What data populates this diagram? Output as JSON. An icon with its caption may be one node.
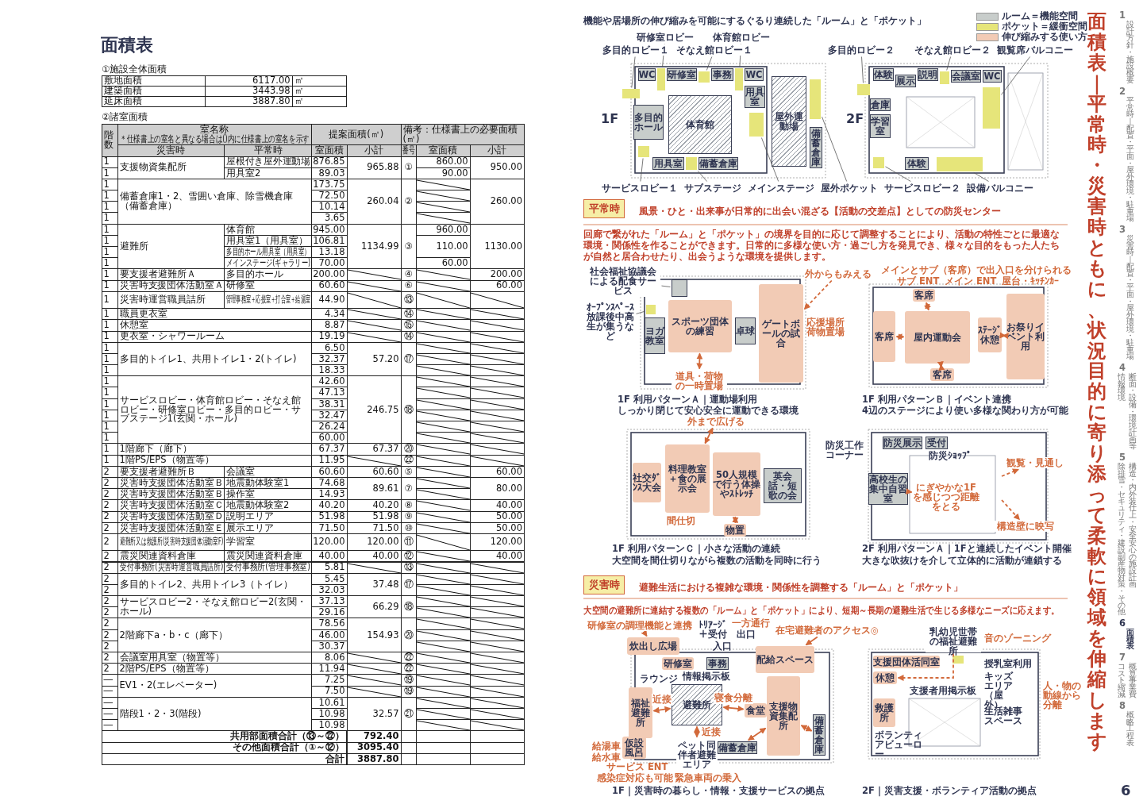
{
  "diagram": {
    "title": "面積表",
    "nodes": [
      {
        "text": [
          "研修室ロビー"
        ]
      },
      {
        "text": [
          "体育館ロビー"
        ]
      },
      {
        "text": [
          "多目的ロビー１"
        ]
      },
      {
        "text": [
          "そなえ館ロビー１"
        ]
      },
      {
        "text": [
          "WC"
        ]
      },
      {
        "text": [
          "研修室"
        ]
      },
      {
        "text": [
          "事務"
        ]
      },
      {
        "text": [
          "WC"
        ]
      },
      {
        "text": [
          "用具室"
        ]
      },
      {
        "text": [
          "多目的ホール"
        ]
      },
      {
        "text": [
          "体育館"
        ]
      },
      {
        "text": [
          "屋外運動場"
        ]
      },
      {
        "text": [
          "用具室"
        ]
      },
      {
        "text": [
          "備蓄倉庫"
        ]
      },
      {
        "text": [
          "備蓄倉庫"
        ]
      },
      {
        "text": [
          "サービスロビー１"
        ]
      },
      {
        "text": [
          "サブステージ"
        ]
      },
      {
        "text": [
          "メインステージ"
        ]
      },
      {
        "text": [
          "屋外ポケット"
        ]
      },
      {
        "text": [
          "多目的ロビー２"
        ]
      },
      {
        "text": [
          "そなえ館ロビー２"
        ]
      },
      {
        "text": [
          "観覧席バルコニー"
        ]
      },
      {
        "text": [
          "体験"
        ]
      },
      {
        "text": [
          "展示"
        ]
      },
      {
        "text": [
          "説明"
        ]
      },
      {
        "text": [
          "会議室"
        ]
      },
      {
        "text": [
          "WC"
        ]
      },
      {
        "text": [
          "倉庫"
        ]
      },
      {
        "text": [
          "学習室"
        ]
      },
      {
        "text": [
          "体験"
        ]
      },
      {
        "text": [
          "サービスロビー２"
        ]
      },
      {
        "text": [
          "設備バルコニー"
        ]
      },
      {
        "text": [
          "平常時"
        ]
      },
      {
        "text": [
          "社会福祉協議会による配食サービス"
        ]
      },
      {
        "text": [
          "ｵｰﾌﾟﾝｽﾍﾟｰｽ放課後中高生が集うなど"
        ]
      },
      {
        "text": [
          "ヨガ教室"
        ]
      },
      {
        "text": [
          "スポーツ団体の練習"
        ]
      },
      {
        "text": [
          "卓球"
        ]
      },
      {
        "text": [
          "ゲートボールの試合"
        ]
      },
      {
        "text": [
          "外からもみえる"
        ]
      },
      {
        "text": [
          "道具・荷物の一時置場"
        ]
      },
      {
        "text": [
          "客席"
        ]
      },
      {
        "text": [
          "客席"
        ]
      },
      {
        "text": [
          "屋内運動会"
        ]
      },
      {
        "text": [
          "ｽﾃｰｼﾞ休憩"
        ]
      },
      {
        "text": [
          "お祭りイベント利用"
        ]
      },
      {
        "text": [
          "客席"
        ]
      },
      {
        "text": [
          "外まで広げる"
        ]
      },
      {
        "text": [
          "社交ﾀﾞﾝｽ大会"
        ]
      },
      {
        "text": [
          "料理教室＋食の展示会"
        ]
      },
      {
        "text": [
          "50人規模で行う体操やｽﾄﾚｯﾁ"
        ]
      },
      {
        "text": [
          "英会話・短歌の会"
        ]
      },
      {
        "text": [
          "物置"
        ]
      },
      {
        "text": [
          "防災展示"
        ]
      },
      {
        "text": [
          "受付"
        ]
      },
      {
        "text": [
          "高校生の集中自習室"
        ]
      },
      {
        "text": [
          "にぎやかな1Fを感じつつ距離をとる"
        ]
      },
      {
        "text": [
          "観覧・見通し"
        ]
      },
      {
        "text": [
          "構造壁に映写"
        ]
      },
      {
        "text": [
          "災害時"
        ]
      },
      {
        "text": [
          "研修室の調理機能と連携"
        ]
      },
      {
        "text": [
          "炊出し広場"
        ]
      },
      {
        "text": [
          "在宅避難者のアクセス◎"
        ]
      },
      {
        "text": [
          "配給スペース"
        ]
      },
      {
        "text": [
          "研修室"
        ]
      },
      {
        "text": [
          "事務"
        ]
      },
      {
        "text": [
          "福祉避難所"
        ]
      },
      {
        "text": [
          "避難所"
        ]
      },
      {
        "text": [
          "食堂"
        ]
      },
      {
        "text": [
          "支援物資集配所"
        ]
      },
      {
        "text": [
          "仮設風呂"
        ]
      },
      {
        "text": [
          "ペット同伴者避難エリア"
        ]
      },
      {
        "text": [
          "備蓄倉庫"
        ]
      },
      {
        "text": [
          "備蓄倉庫"
        ]
      },
      {
        "text": [
          "乳幼児世帯の福祉避難所"
        ]
      },
      {
        "text": [
          "支援団体活同室"
        ]
      },
      {
        "text": [
          "休憩"
        ]
      },
      {
        "text": [
          "救護所"
        ]
      },
      {
        "text": [],
        "shape": "box"
      },
      {
        "text": [],
        "shape": "box"
      },
      {
        "text": [],
        "shape": "box"
      },
      {
        "text": [],
        "shape": "box"
      },
      {
        "text": [],
        "shape": "box"
      },
      {
        "text": [],
        "shape": "box"
      },
      {
        "text": [],
        "shape": "box"
      },
      {
        "text": [],
        "shape": "box"
      },
      {
        "text": [],
        "shape": "box"
      },
      {
        "text": [],
        "shape": "box"
      },
      {
        "text": [],
        "shape": "box"
      },
      {
        "text": [],
        "shape": "box"
      },
      {
        "text": [],
        "shape": "box"
      },
      {
        "text": [],
        "shape": "box"
      },
      {
        "text": [],
        "shape": "box"
      }
    ],
    "edges": [
      {
        "from": 0,
        "to": 78,
        "arrow": "none",
        "color": "#555555"
      },
      {
        "from": 1,
        "to": 79,
        "arrow": "none",
        "color": "#555555"
      },
      {
        "from": 2,
        "to": 80,
        "arrow": "none",
        "color": "#555555"
      },
      {
        "from": 3,
        "to": 81,
        "arrow": "none",
        "color": "#555555"
      },
      {
        "from": 15,
        "to": 82,
        "arrow": "none",
        "color": "#555555"
      },
      {
        "from": 16,
        "to": 83,
        "arrow": "none",
        "color": "#555555"
      },
      {
        "from": 17,
        "to": 84,
        "arrow": "none",
        "color": "#555555"
      },
      {
        "from": 18,
        "to": 85,
        "arrow": "none",
        "color": "#555555"
      },
      {
        "from": 19,
        "to": 86,
        "arrow": "none",
        "color": "#555555"
      },
      {
        "from": 20,
        "to": 87,
        "arrow": "none",
        "color": "#555555"
      },
      {
        "from": 21,
        "to": 88,
        "arrow": "none",
        "color": "#555555"
      },
      {
        "from": 30,
        "to": 89,
        "arrow": "none",
        "color": "#555555"
      },
      {
        "from": 31,
        "to": 90,
        "arrow": "none",
        "color": "#555555"
      },
      {
        "from": 33,
        "to": 91,
        "arrow": "none",
        "color": "#555555"
      },
      {
        "from": 34,
        "to": 92,
        "arrow": "none",
        "color": "#555555"
      },
      {
        "from": 39,
        "to": 38,
        "arrow": "to",
        "style": "dashed"
      },
      {
        "from": 36,
        "to": 40,
        "arrow": "both"
      },
      {
        "from": 41,
        "to": 43,
        "arrow": "both"
      },
      {
        "from": 42,
        "to": 43,
        "arrow": "both"
      },
      {
        "from": 46,
        "to": 43,
        "arrow": "both"
      },
      {
        "from": 44,
        "to": 45,
        "arrow": "both"
      },
      {
        "from": 47,
        "to": 49,
        "arrow": "both"
      },
      {
        "from": 50,
        "to": 52,
        "arrow": "both"
      },
      {
        "from": 55,
        "to": 56,
        "arrow": "to",
        "style": "dashed"
      },
      {
        "from": null,
        "to": 57,
        "arrow": "to",
        "style": "dashed"
      },
      {
        "from": null,
        "to": 58,
        "arrow": "to",
        "style": "dashed"
      },
      {
        "from": 60,
        "to": 61,
        "arrow": "to"
      },
      {
        "from": 62,
        "to": 63,
        "arrow": "to"
      },
      {
        "from": 66,
        "to": 67,
        "arrow": "both",
        "label": "近接"
      },
      {
        "from": 67,
        "to": 68,
        "arrow": "both",
        "label": "寝食分離"
      },
      {
        "from": 67,
        "to": 71,
        "arrow": "both",
        "label": "近接"
      },
      {
        "from": 72,
        "to": 69,
        "arrow": "both"
      },
      {
        "from": 69,
        "to": 73,
        "arrow": "both"
      },
      {
        "from": 74,
        "to": 76,
        "arrow": "to",
        "style": "dashed"
      }
    ],
    "labels": [
      "①施設全体面積",
      "敷地面積",
      "6117.00",
      "㎡",
      "建築面積",
      "3443.98",
      "㎡",
      "延床面積",
      "3887.80",
      "㎡",
      "②諸室面積",
      "階数",
      "室名称",
      "＊仕様書上の室名と異なる場合は()内に仕様書上の室名を示す",
      "提案面積(㎡)",
      "備考：仕様書上の必要面積(㎡)",
      "災害時",
      "平常時",
      "室面積",
      "小計",
      "番号",
      "室面積",
      "小計",
      "1",
      "支援物資集配所",
      "屋根付き屋外運動場",
      "876.85",
      "965.88",
      "①",
      "860.00",
      "950.00",
      "1",
      "用具室2",
      "89.03",
      "90.00",
      "1",
      "備蓄倉庫1・2、雪囲い倉庫、除雪機倉庫（備蓄倉庫）",
      "173.75",
      "260.04",
      "②",
      "260.00",
      "1",
      "72.50",
      "1",
      "10.14",
      "1",
      "3.65",
      "1",
      "避難所",
      "体育館",
      "945.00",
      "1134.99",
      "③",
      "960.00",
      "1130.00",
      "1",
      "用具室1（用具室）",
      "106.81",
      "110.00",
      "1",
      "多目的ホール用具室（用具室）",
      "13.18",
      "1",
      "メインステージ(ギャラリー)",
      "70.00",
      "60.00",
      "1",
      "要支援者避難所Ａ",
      "多目的ホール",
      "200.00",
      "④",
      "200.00",
      "1",
      "災害時支援団体活動室Ａ",
      "研修室",
      "60.60",
      "⑥",
      "60.00",
      "1",
      "災害時運営職員詰所",
      "管理事務室＋応接室＋打合室＋給湯室",
      "44.90",
      "⑬",
      "1",
      "職員更衣室",
      "4.34",
      "⑭",
      "1",
      "休憩室",
      "8.87",
      "⑮",
      "1",
      "更衣室・シャワールーム",
      "19.19",
      "⑭",
      "1",
      "6.50",
      "1",
      "多目的トイレ1、共用トイレ1・2(トイレ)",
      "32.37",
      "57.20",
      "⑰",
      "1",
      "18.33",
      "1",
      "サービスロビー・体育館ロビー・そなえ館ロビー・研修室ロビー・多目的ロビー・サブステージ1(玄関・ホール)",
      "42.60",
      "246.75",
      "⑱",
      "1",
      "47.13",
      "1",
      "38.31",
      "1",
      "32.47",
      "1",
      "26.24",
      "1",
      "60.00",
      "1",
      "1階廊下（廊下）",
      "67.37",
      "67.37",
      "⑳",
      "1",
      "1階PS/EPS（物置等）",
      "11.95",
      "㉒",
      "2",
      "要支援者避難所Ｂ",
      "会議室",
      "60.60",
      "60.60",
      "⑤",
      "60.00",
      "2",
      "災害時支援団体活動室Ｂ",
      "地震動体験室1",
      "74.68",
      "89.61",
      "⑦",
      "80.00",
      "2",
      "災害時支援団体活動室Ｂ",
      "操作室",
      "14.93",
      "2",
      "災害時支援団体活動室Ｃ",
      "地震動体験室2",
      "40.20",
      "40.20",
      "⑧",
      "40.00",
      "2",
      "災害時支援団体活動室Ｄ",
      "説明エリア",
      "51.98",
      "51.98",
      "⑨",
      "50.00",
      "2",
      "災害時支援団体活動室Ｅ",
      "展示エリア",
      "71.50",
      "71.50",
      "⑩",
      "50.00",
      "2",
      "避難所又は救護所(災害時支援団体活動室F)",
      "学習室",
      "120.00",
      "120.00",
      "⑪",
      "120.00",
      "2",
      "震災関連資料倉庫",
      "震災関連資料倉庫",
      "40.00",
      "40.00",
      "⑫",
      "40.00",
      "2",
      "受付事務所(災害時運営職員詰所)",
      "受付事務所(管理事務室)",
      "5.81",
      "⑬",
      "2",
      "多目的トイレ2、共用トイレ3（トイレ）",
      "5.45",
      "37.48",
      "⑰",
      "2",
      "32.03",
      "2",
      "サービスロビー2・そなえ館ロビー2(玄関・ホール)",
      "37.13",
      "66.29",
      "⑱",
      "2",
      "29.16",
      "2",
      "78.56",
      "2",
      "2階廊下a・b・c（廊下）",
      "46.00",
      "154.93",
      "⑳",
      "2",
      "30.37",
      "2",
      "会議室用具室（物置等）",
      "8.06",
      "㉒",
      "2",
      "2階PS/EPS（物置等）",
      "11.94",
      "㉒",
      "―",
      "EV1・2(エレベーター)",
      "7.25",
      "⑲",
      "―",
      "7.50",
      "⑲",
      "―",
      "10.61",
      "―",
      "階段1・2・3(階段)",
      "10.98",
      "32.57",
      "㉑",
      "―",
      "10.98",
      "共用部面積合計（⑬～㉒）",
      "792.40",
      "その他面積合計（①～⑫）",
      "3095.40",
      "合計",
      "3887.80",
      "機能や居場所の伸び縮みを可能にするぐるり連続した「ルーム」と「ポケット」",
      "1F",
      "2F",
      "風景・ひと・出来事が日常的に出会い混ざる【活動の交差点】としての防災センター",
      "回廊で繋がれた「ルーム」と「ポケット」の境界を目的に応じて調整することにより、活動の特性ごとに最適な環境・関係性を作ることができます。日常的に多様な使い方・過ごし方を発見でき、様々な目的をもった人たちが自然と居合わせたり、出会うような環境を提供します。",
      "応援場所荷物置場",
      "1F 利用パターンＡ｜運動場利用",
      "しっかり閉じて安心安全に運動できる環境",
      "メインとサブ（客席）で出入口を分けられる",
      "サブ ENT",
      "メイン ENT",
      "屋台・ｷｯﾁﾝｶｰ",
      "1F 利用パターンＢ｜イベント連携",
      "4辺のステージにより使い多様な関わり方が可能",
      "間仕切",
      "1F 利用パターンＣ｜小さな活動の連続",
      "大空間を間仕切りながら複数の活動を同時に行う",
      "防災工作コーナー",
      "防災ｼｮｯﾌﾟ",
      "2F 利用パターンＡ｜1Fと連続したイベント開催",
      "大きな吹抜けを介して立体的に活動が連鎖する",
      "避難生活における複雑な環境・関係性を調整する「ルーム」と「ポケット」",
      "大空間の避難所に連結する複数の「ルーム」と「ポケット」により、短期～長期の避難生活で生じる多様なニーズに応えます。",
      "ﾄﾘｱｰｼﾞ＋受付",
      "一方通行",
      "出口",
      "入口",
      "ラウンジ",
      "情報掲示板",
      "給湯車",
      "給水車",
      "サービス ENT",
      "感染症対応も可能",
      "緊急車両の乗入",
      "1F｜災害時の暮らし・情報・支援サービスの拠点",
      "音のゾーニング",
      "授乳室利用",
      "支援者用掲示板",
      "キッズエリア（屋外）",
      "人・物の動線から分離",
      "生活雑事スペース",
      "ボランティアビューロー",
      "2F｜災害支援・ボランティア活動の拠点",
      "面積表｜平常時・災害時ともに、状況目的に寄り添って柔軟に領域を伸縮します",
      "1",
      "設計方針・施設概要",
      "2",
      "平常時｜配置・平面・屋外環境・駐車場",
      "3",
      "災害時｜配置・平面・屋外環境・駐車場",
      "4",
      "情報環境",
      "断面・設備・環境計画等",
      "5",
      "除排雪・セキュリティ・建設副産物対策・その他",
      "構造・内外装仕上・安全安心の施設計画",
      "6",
      "面積表",
      "7",
      "コスト縮減",
      "概算事業費",
      "8",
      "概略工程表",
      "6"
    ],
    "legend": [
      {
        "text": "ルーム＝機能空間",
        "color": "#c8cdcb"
      },
      {
        "text": "ポケット＝緩衝空間",
        "color": "#e6e57a"
      },
      {
        "text": "伸び縮みする使い方",
        "color": "#f2cbb5"
      }
    ]
  }
}
